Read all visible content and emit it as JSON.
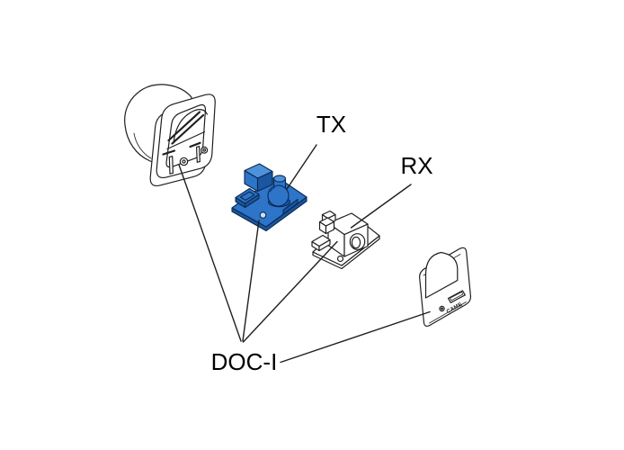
{
  "labels": {
    "tx": "TX",
    "rx": "RX",
    "doc_i": "DOC-I"
  },
  "cover_panel": {
    "brand_text": "CAME"
  },
  "parts": [
    {
      "id": "recessed-housing",
      "labelled_as": "DOC-I"
    },
    {
      "id": "tx-emitter-board",
      "labelled_as": "TX"
    },
    {
      "id": "rx-receiver-board",
      "labelled_as": "RX"
    },
    {
      "id": "front-cover-panel",
      "labelled_as": "DOC-I"
    }
  ],
  "colors": {
    "line": "#1f1f1f",
    "board_blue": "#2e74c9",
    "board_blue_light": "#4e92dc",
    "board_blue_dark": "#1b56a0",
    "screw_hole_fill": "#cfe0f3",
    "label_text": "#000000"
  }
}
